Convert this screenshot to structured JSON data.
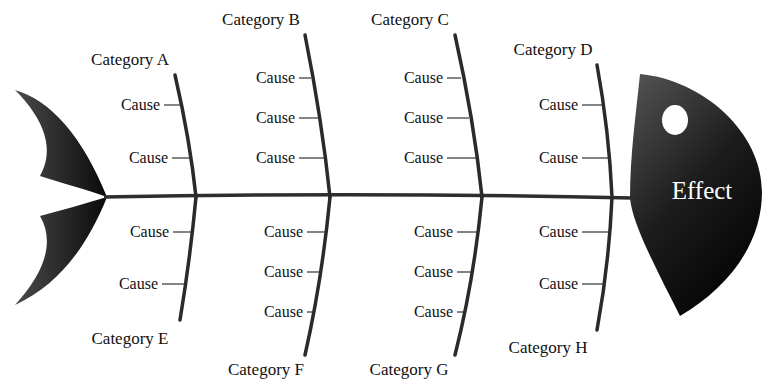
{
  "diagram": {
    "nodes": [
      {
        "text": [
          "Effect"
        ]
      }
    ],
    "labels": [
      "Category A",
      "Cause",
      "Cause",
      "Category B",
      "Cause",
      "Cause",
      "Cause",
      "Category C",
      "Cause",
      "Cause",
      "Cause",
      "Category D",
      "Cause",
      "Cause",
      "Cause",
      "Cause",
      "Category E",
      "Cause",
      "Cause",
      "Cause",
      "Category F",
      "Cause",
      "Cause",
      "Cause",
      "Category G",
      "Cause",
      "Cause",
      "Category H"
    ]
  }
}
